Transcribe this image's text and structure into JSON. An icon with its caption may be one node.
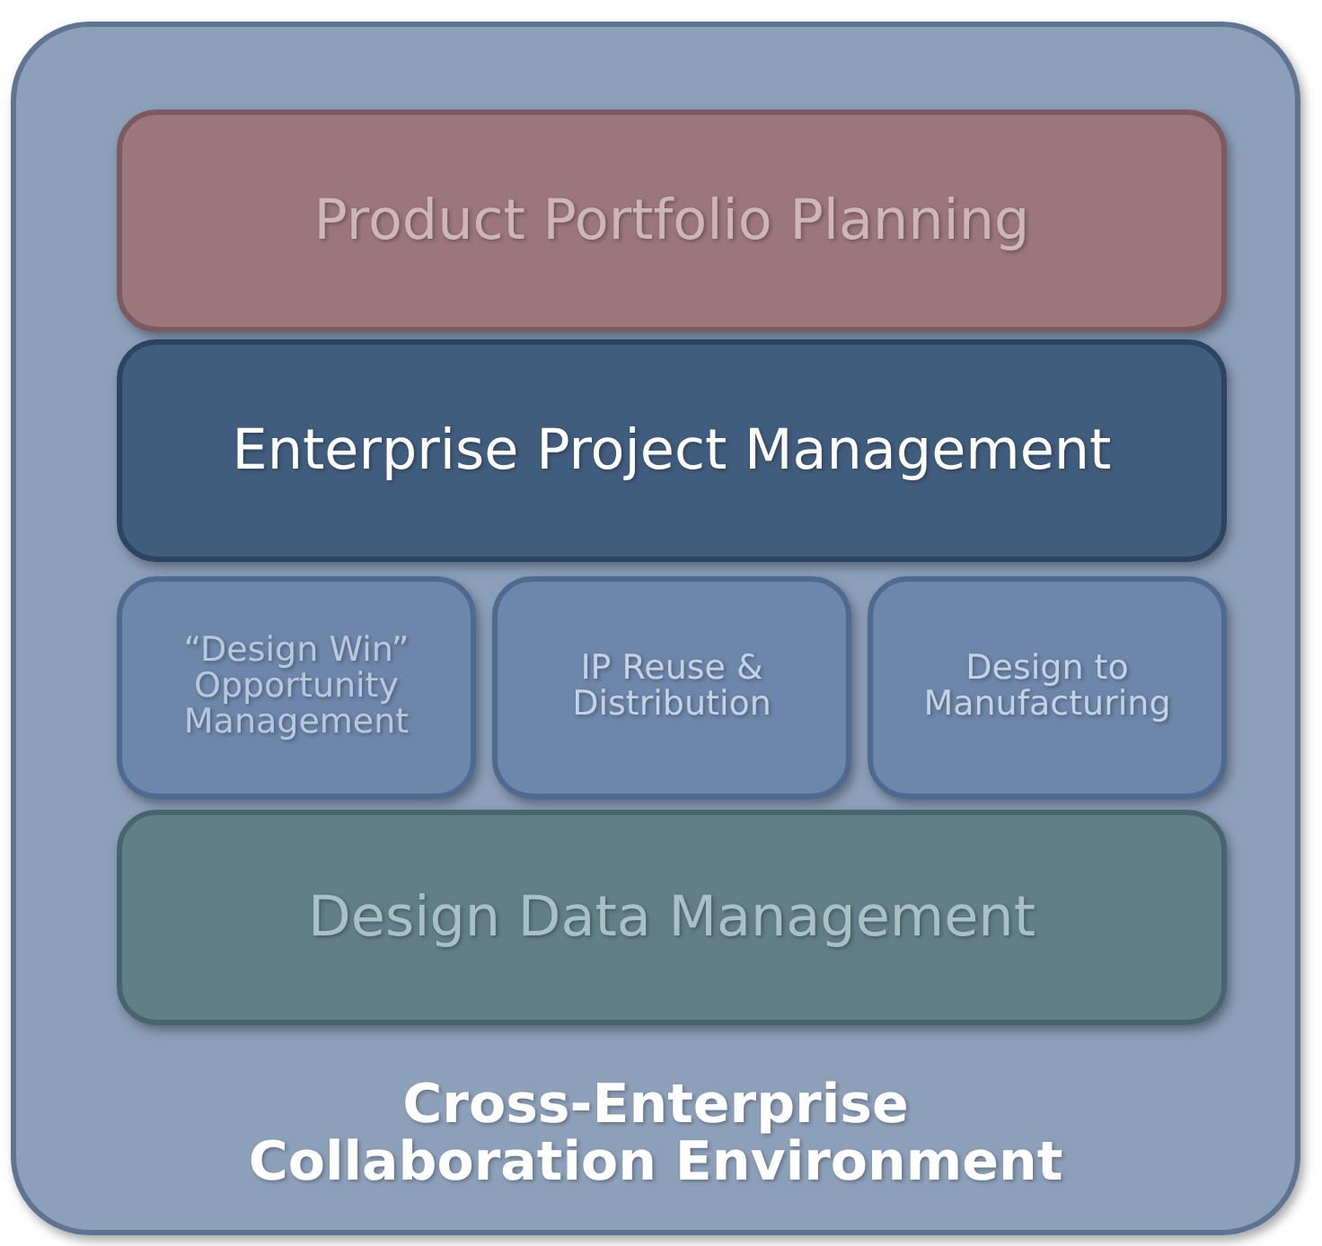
{
  "diagram": {
    "nodes": [
      {
        "text": [
          "Cross-Enterprise Collaboration Environment"
        ]
      },
      {
        "text": [
          "Product Portfolio Planning"
        ],
        "in": 0
      },
      {
        "text": [
          "Enterprise Project Management"
        ],
        "in": 0
      },
      {
        "text": [
          "“Design Win” Opportunity Management"
        ],
        "in": 0
      },
      {
        "text": [
          "IP Reuse & Distribution"
        ],
        "in": 0
      },
      {
        "text": [
          "Design to Manufacturing"
        ],
        "in": 0
      },
      {
        "text": [
          "Design Data Management"
        ],
        "in": 0
      }
    ]
  }
}
